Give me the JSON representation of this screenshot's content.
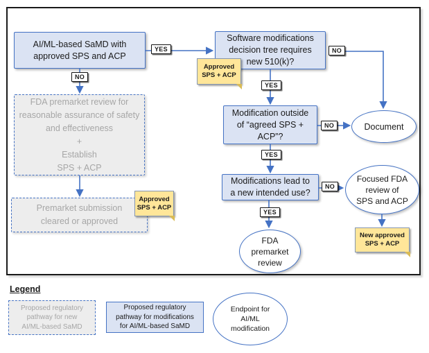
{
  "colors": {
    "accent": "#4472c4",
    "node-fill": "#dbe3f3",
    "dashed-fill": "#ededed",
    "dashed-text": "#a6a6a6",
    "sticky-fill": "#ffe699",
    "sticky-border": "#8496b0",
    "sticky-fold": "#d9bb56",
    "frame-border": "#1a1a1a",
    "badge-border": "#111111",
    "text": "#1a1a1a"
  },
  "labels": {
    "yes": "YES",
    "no": "NO"
  },
  "nodes": {
    "samd": "AI/ML-based SaMD with\napproved SPS and ACP",
    "software_mods": "Software modifications\ndecision tree requires\nnew 510(k)?",
    "mod_outside": "Modification outside\nof “agreed SPS +\nACP”?",
    "new_intended_use": "Modifications lead to\na new intended use?",
    "fda_review": "FDA premarket review for\nreasonable assurance of safety\nand effectiveness\n+\nEstablish\nSPS + ACP",
    "premarket_cleared": "Premarket submission\ncleared or approved",
    "document": "Document",
    "focused_review": "Focused FDA\nreview of\nSPS and ACP",
    "fda_premarket": "FDA\npremarket\nreview"
  },
  "stickies": {
    "approved_top": "Approved\nSPS + ACP",
    "approved_left": "Approved\nSPS + ACP",
    "new_approved": "New approved\nSPS + ACP"
  },
  "legend": {
    "title": "Legend",
    "dashed": "Proposed regulatory\npathway for new\nAI/ML-based SaMD",
    "solid": "Proposed regulatory\npathway for modifications\nfor AI/ML-based SaMD",
    "endpoint": "Endpoint for\nAI/ML\nmodification"
  }
}
